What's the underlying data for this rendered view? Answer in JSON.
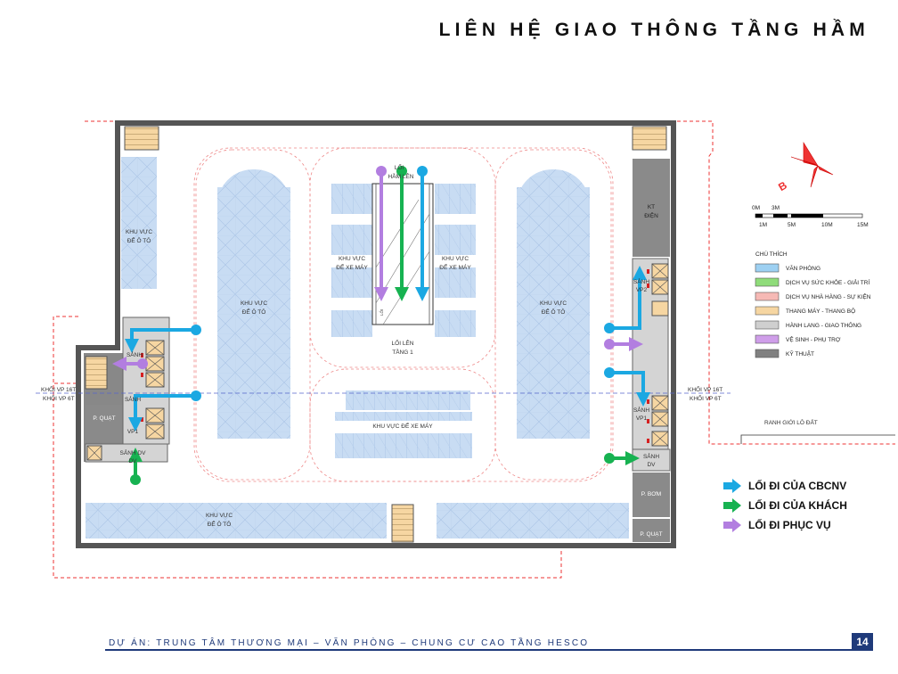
{
  "title": "LIÊN HỆ GIAO THÔNG TẦNG HẦM",
  "footer": {
    "project": "DỰ ÁN: TRUNG TÂM THƯƠNG MẠI – VĂN PHÒNG – CHUNG CƯ CAO TẦNG HESCO",
    "page_number": "14"
  },
  "scale_bar": {
    "labels": [
      "0M",
      "3M",
      "1M",
      "5M",
      "10M",
      "15M"
    ]
  },
  "legend": {
    "heading": "CHÚ THÍCH",
    "items": [
      {
        "label": "VĂN PHÒNG",
        "color": "#9dd0f2"
      },
      {
        "label": "DỊCH VỤ SỨC KHỎE - GIẢI TRÍ",
        "color": "#8fdc7a"
      },
      {
        "label": "DỊCH VỤ NHÀ HÀNG - SỰ KIỆN",
        "color": "#f6b9b5"
      },
      {
        "label": "THANG MÁY - THANG BỘ",
        "color": "#f6d6a2"
      },
      {
        "label": "HÀNH LANG - GIAO THÔNG",
        "color": "#cfcfcf"
      },
      {
        "label": "VỆ SINH - PHỤ TRỢ",
        "color": "#cf9ee9"
      },
      {
        "label": "KỸ THUẬT",
        "color": "#808080"
      }
    ]
  },
  "route_legend": [
    {
      "label": "LỐI ĐI CỦA CBCNV",
      "color": "#1ba8e2"
    },
    {
      "label": "LỐI ĐI CỦA KHÁCH",
      "color": "#17b251"
    },
    {
      "label": "LỐI ĐI PHỤC VỤ",
      "color": "#b27ee0"
    }
  ],
  "plan_labels": {
    "parking_car_line1": "KHU VỰC",
    "parking_car_line2": "ĐỂ Ô TÔ",
    "parking_moto_line1": "KHU VỰC",
    "parking_moto_line2": "ĐỂ XE MÁY",
    "parking_moto_single": "KHU VỰC ĐỂ XE MÁY",
    "ramp_down_line1": "LỐI",
    "ramp_down_line2": "HẦM LÊN",
    "ramp_up_line1": "LỐI LÊN",
    "ramp_up_line2": "TẦNG 1",
    "kt_dien_line1": "KT",
    "kt_dien_line2": "ĐIỆN",
    "sanh": "SẢNH",
    "sanh_vp1_line2": "VP1",
    "sanh_vp2_line2": "VP2",
    "sanh_dv": "SẢNH DV",
    "sanh_dv_line2": "DV",
    "p_quat": "P. QUẠT",
    "p_bom": "P. BƠM",
    "khoi_vp16": "KHỐI VP 16T",
    "khoi_vp6": "KHỐI VP 6T",
    "ranh_gioi": "RANH GIỚI LÔ ĐẤT",
    "ramp_sign_1": "LỐI",
    "ramp_sign_2": "LỐI"
  }
}
